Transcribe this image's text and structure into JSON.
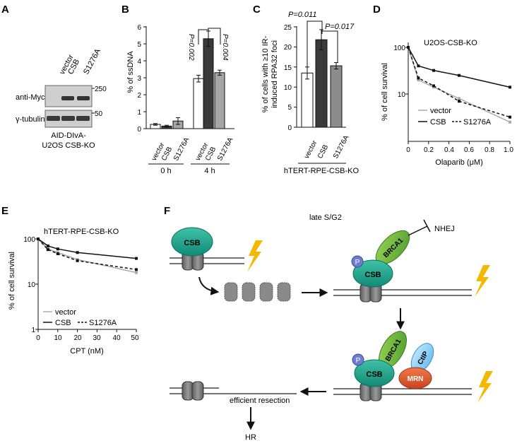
{
  "panels": {
    "A": {
      "letter": "A",
      "lanes": [
        "vector",
        "CSB",
        "S1276A"
      ],
      "rows": [
        "anti-Myc",
        "γ-tubulin"
      ],
      "markers": [
        "250",
        "50"
      ],
      "caption_1": "AID-DIvA-",
      "caption_2": "U2OS CSB-KO"
    },
    "B": {
      "letter": "B",
      "ylabel": "% of ssDNA",
      "yticks": [
        "0",
        "1",
        "2",
        "3",
        "4",
        "5",
        "6"
      ],
      "groups": [
        "0 h",
        "4 h"
      ],
      "categories": [
        "vector",
        "CSB",
        "S1276A"
      ],
      "pvalues": [
        "P=0.002",
        "P=0.004"
      ]
    },
    "C": {
      "letter": "C",
      "ylabel_1": "% of cells with ≥10 IR-",
      "ylabel_2": "induced RPA32 foci",
      "yticks": [
        "0",
        "5",
        "10",
        "15",
        "20",
        "25"
      ],
      "categories": [
        "vector",
        "CSB",
        "S1276A"
      ],
      "pvalues": [
        "P=0.011",
        "P=0.017"
      ],
      "cell_line": "hTERT-RPE-CSB-KO"
    },
    "D": {
      "letter": "D",
      "title": "U2OS-CSB-KO",
      "ylabel": "% of cell survival",
      "xlabel": "Olaparib (μM)",
      "yticks": [
        "100",
        "10"
      ],
      "xticks": [
        "0",
        "0.2",
        "0.4",
        "0.6",
        "0.8",
        "1.0"
      ],
      "legend": [
        "vector",
        "CSB",
        "S1276A"
      ]
    },
    "E": {
      "letter": "E",
      "title": "hTERT-RPE-CSB-KO",
      "ylabel": "% of cell survival",
      "xlabel": "CPT (nM)",
      "yticks": [
        "100",
        "10",
        "1"
      ],
      "xticks": [
        "0",
        "10",
        "20",
        "30",
        "40",
        "50"
      ],
      "legend": [
        "vector",
        "CSB",
        "S1276A"
      ]
    },
    "F": {
      "letter": "F",
      "phase": "late S/G2",
      "csb": "CSB",
      "brca1": "BRCA1",
      "ctip": "CtIP",
      "mrn": "MRN",
      "p": "P",
      "nhej": "NHEJ",
      "resection": "efficient resection",
      "hr": "HR"
    }
  },
  "chart_data": [
    {
      "panel": "B",
      "type": "bar",
      "ylabel": "% of ssDNA",
      "ylim": [
        0,
        6
      ],
      "categories": [
        "vector",
        "CSB",
        "S1276A",
        "vector",
        "CSB",
        "S1276A"
      ],
      "groups": [
        "0 h",
        "0 h",
        "0 h",
        "4 h",
        "4 h",
        "4 h"
      ],
      "values": [
        0.25,
        0.15,
        0.45,
        2.95,
        5.3,
        3.3
      ],
      "errors": [
        0.05,
        0.05,
        0.2,
        0.2,
        0.45,
        0.15
      ],
      "colors": [
        "#ffffff",
        "#3a3a3a",
        "#a6a6a6",
        "#ffffff",
        "#3a3a3a",
        "#a6a6a6"
      ]
    },
    {
      "panel": "C",
      "type": "bar",
      "ylabel": "% of cells with ≥10 IR-induced RPA32 foci",
      "ylim": [
        0,
        25
      ],
      "categories": [
        "vector",
        "CSB",
        "S1276A"
      ],
      "values": [
        13.5,
        21.8,
        15.3
      ],
      "errors": [
        1.5,
        2.5,
        0.8
      ],
      "colors": [
        "#ffffff",
        "#3a3a3a",
        "#8c8c8c"
      ]
    },
    {
      "panel": "D",
      "type": "line",
      "title": "U2OS-CSB-KO",
      "xlabel": "Olaparib (μM)",
      "ylabel": "% of cell survival",
      "xlim": [
        0,
        1.0
      ],
      "ylim": [
        1,
        100
      ],
      "yscale": "log",
      "x": [
        0,
        0.1,
        0.25,
        0.5,
        1.0
      ],
      "series": [
        {
          "name": "vector",
          "values": [
            100,
            20,
            14,
            8,
            2.5
          ],
          "color": "#aaaaaa",
          "dash": "solid"
        },
        {
          "name": "CSB",
          "values": [
            100,
            40,
            32,
            25,
            14
          ],
          "color": "#111111",
          "dash": "solid"
        },
        {
          "name": "S1276A",
          "values": [
            100,
            22,
            15,
            7,
            3.2
          ],
          "color": "#111111",
          "dash": "dashed"
        }
      ]
    },
    {
      "panel": "E",
      "type": "line",
      "title": "hTERT-RPE-CSB-KO",
      "xlabel": "CPT (nM)",
      "ylabel": "% of cell survival",
      "xlim": [
        0,
        50
      ],
      "ylim": [
        1,
        100
      ],
      "yscale": "log",
      "x": [
        0,
        5,
        10,
        20,
        50
      ],
      "series": [
        {
          "name": "vector",
          "values": [
            100,
            60,
            50,
            35,
            18
          ],
          "color": "#aaaaaa",
          "dash": "solid"
        },
        {
          "name": "CSB",
          "values": [
            100,
            70,
            60,
            50,
            37
          ],
          "color": "#111111",
          "dash": "solid"
        },
        {
          "name": "S1276A",
          "values": [
            100,
            58,
            47,
            33,
            21
          ],
          "color": "#111111",
          "dash": "dashed"
        }
      ]
    }
  ]
}
